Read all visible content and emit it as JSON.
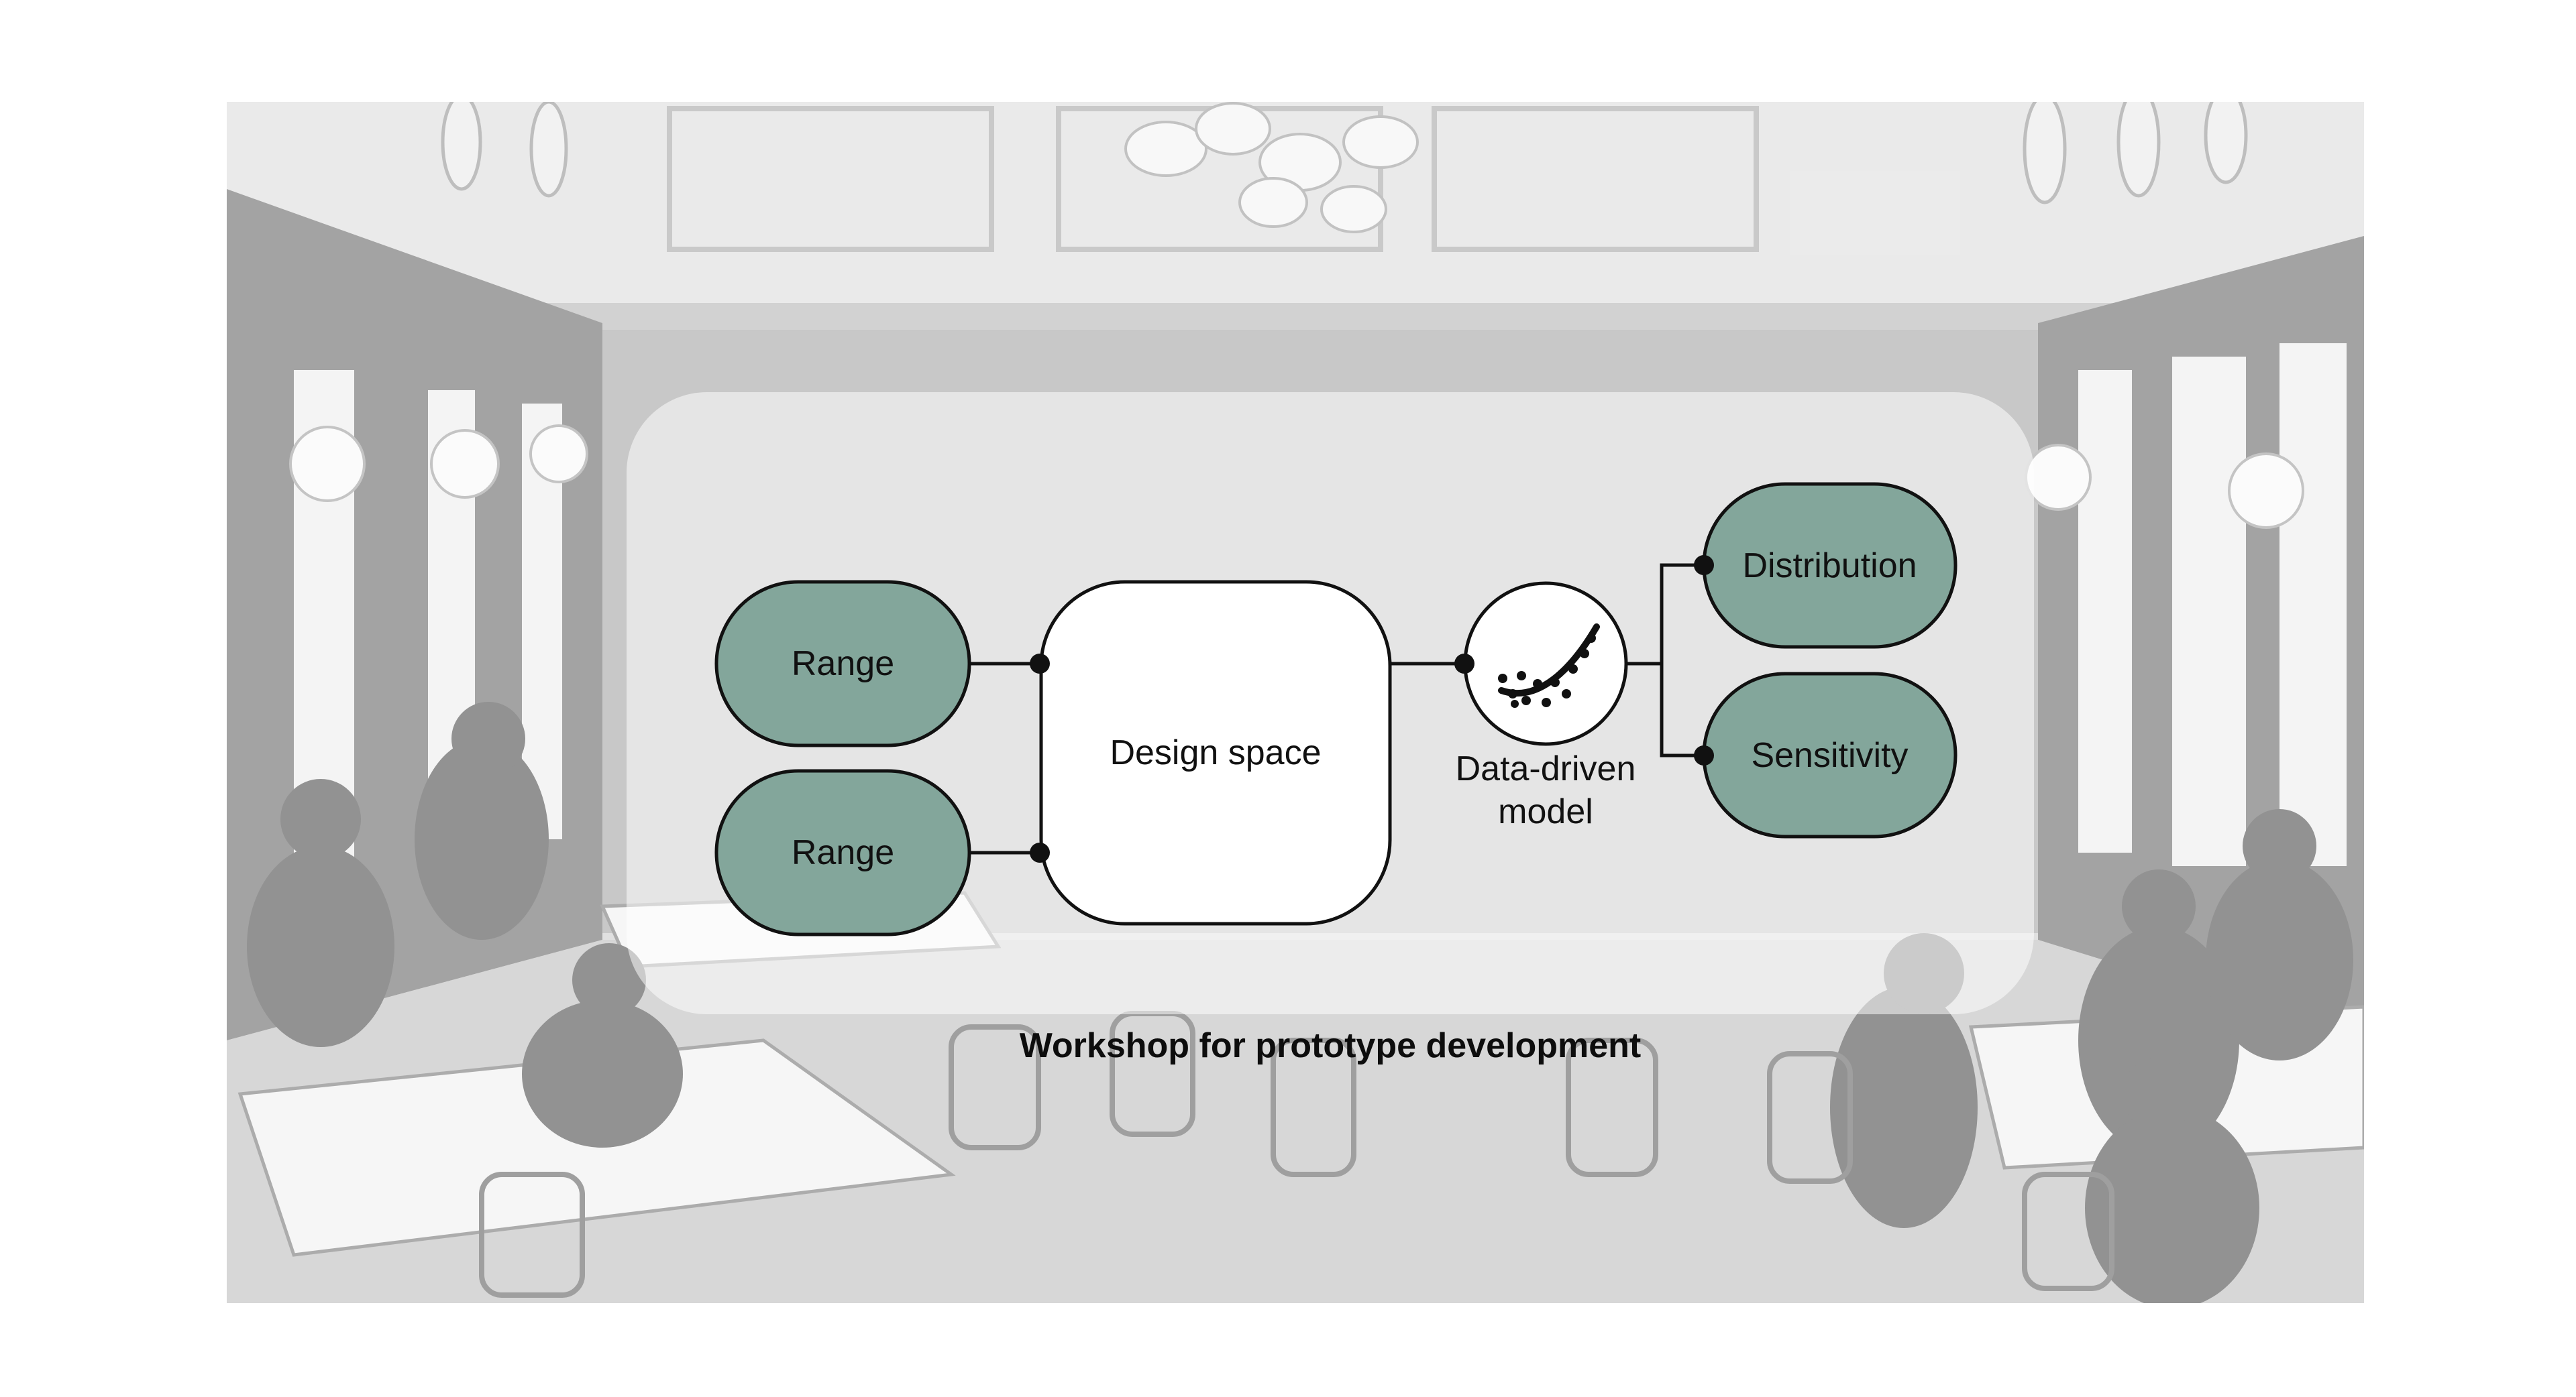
{
  "diagram": {
    "inputs": [
      {
        "label": "Range"
      },
      {
        "label": "Range"
      }
    ],
    "center": {
      "label": "Design space"
    },
    "model": {
      "label": "Data-driven\nmodel",
      "icon": "regression-curve-icon"
    },
    "outputs": [
      {
        "label": "Distribution"
      },
      {
        "label": "Sensitivity"
      }
    ],
    "caption": "Workshop for prototype development"
  },
  "colors": {
    "pill_fill": "#83a69b",
    "stroke": "#111111",
    "box_fill": "#ffffff"
  }
}
